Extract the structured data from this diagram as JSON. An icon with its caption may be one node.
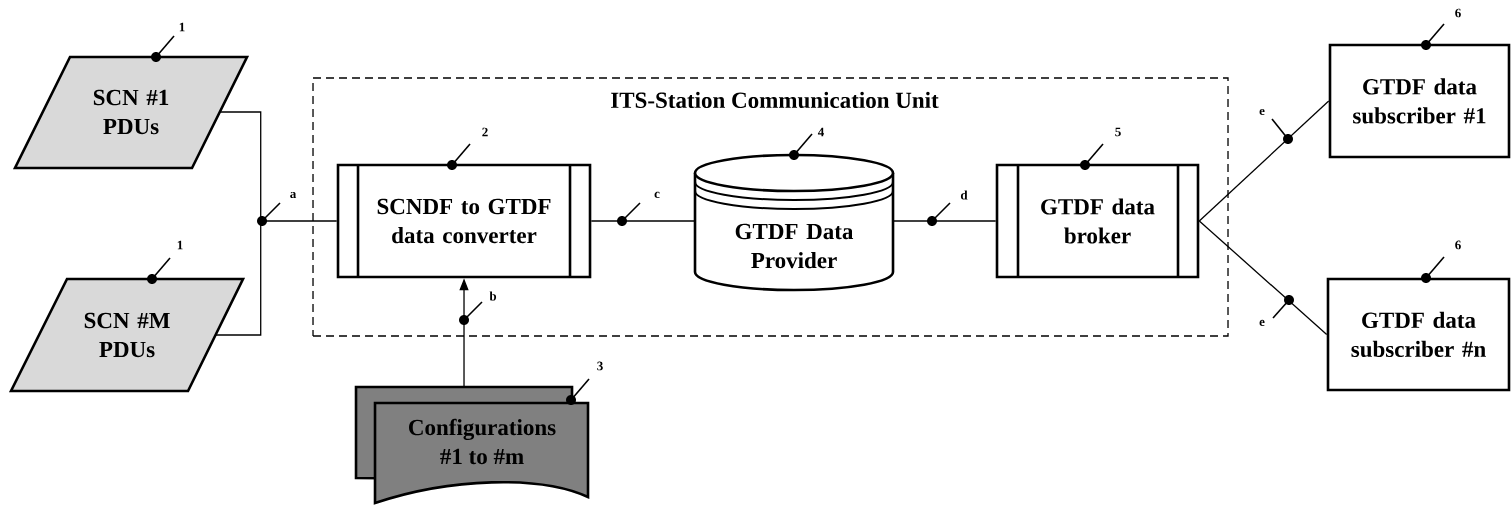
{
  "diagram": {
    "nodes": [
      {
        "text": [
          "SCN #1 PDUs"
        ],
        "beside": [
          "1"
        ]
      },
      {
        "text": [
          "SCN #M PDUs"
        ],
        "beside": [
          "1"
        ]
      },
      {
        "text": [
          "ITS-Station Communication Unit"
        ]
      },
      {
        "text": [
          "SCNDF to GTDF data converter"
        ],
        "in": 2,
        "beside": [
          "2"
        ]
      },
      {
        "text": [
          "GTDF Data Provider"
        ],
        "in": 2,
        "beside": [
          "4"
        ]
      },
      {
        "text": [
          "GTDF data broker"
        ],
        "in": 2,
        "beside": [
          "5"
        ]
      },
      {
        "text": [
          "Configurations #1 to #m"
        ],
        "beside": [
          "3"
        ]
      },
      {
        "text": [
          "GTDF data subscriber #1"
        ],
        "beside": [
          "6"
        ]
      },
      {
        "text": [
          "GTDF data subscriber #n"
        ],
        "beside": [
          "6"
        ]
      }
    ],
    "edges": [
      {
        "from": 0,
        "to": 3,
        "arrow": "none",
        "label": "a"
      },
      {
        "from": 1,
        "to": 3,
        "arrow": "none"
      },
      {
        "from": 6,
        "to": 3,
        "arrow": "to",
        "label": "b"
      },
      {
        "from": 3,
        "to": 4,
        "arrow": "none",
        "label": "c"
      },
      {
        "from": 4,
        "to": 5,
        "arrow": "none",
        "label": "d"
      },
      {
        "from": 5,
        "to": 7,
        "arrow": "none",
        "label": "e"
      },
      {
        "from": 5,
        "to": 8,
        "arrow": "none",
        "label": "e"
      }
    ]
  }
}
